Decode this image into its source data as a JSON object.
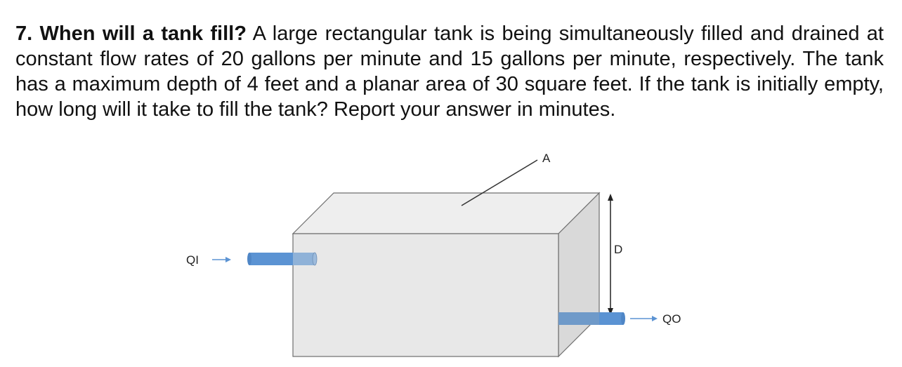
{
  "problem": {
    "number_title": "7. When will a tank fill?",
    "text": "A large rectangular tank is being simultaneously filled and drained at constant flow rates of 20 gallons per minute and 15 gallons per minute, respectively. The tank has a maximum depth of 4 feet and a planar area of 30 square feet. If the tank is initially empty, how long will it take to fill the tank? Report your answer in minutes."
  },
  "figure": {
    "label_area": "A",
    "label_depth": "D",
    "label_inflow": "QI",
    "label_outflow": "QO",
    "colors": {
      "pipe": "#5b93d3",
      "pipe_inside": "#8fb2d8",
      "tank_front": "#e8e8e8",
      "tank_top": "#eeeeee",
      "tank_side": "#d9d9d9",
      "edge": "#6e6e6e"
    }
  }
}
